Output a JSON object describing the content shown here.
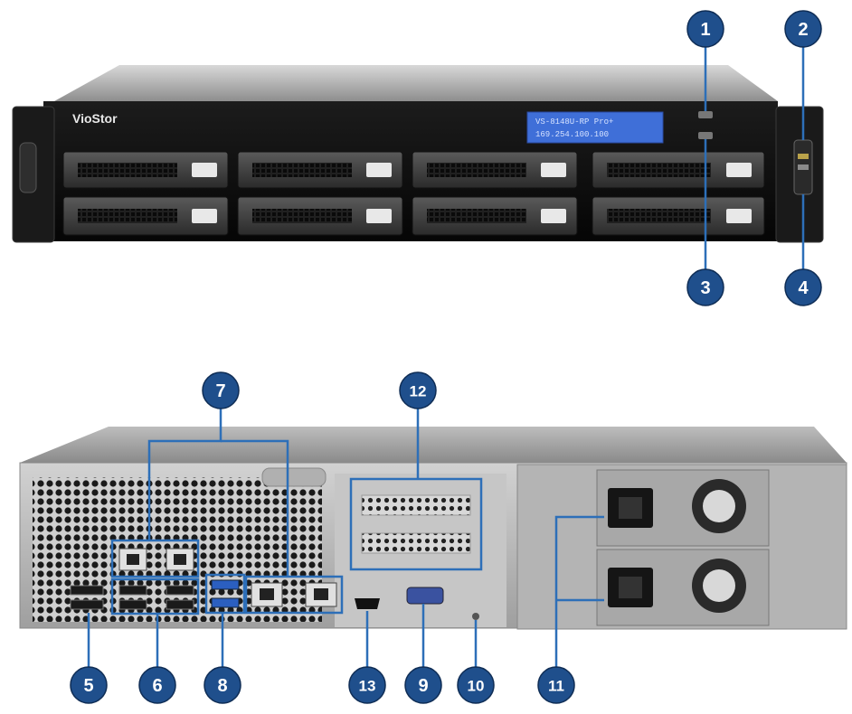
{
  "front_panel": {
    "brand": "VioStor",
    "lcd_line1": "VS-8148U-RP Pro+",
    "lcd_line2": "169.254.100.100"
  },
  "callouts": [
    "1",
    "2",
    "3",
    "4",
    "5",
    "6",
    "7",
    "8",
    "9",
    "10",
    "11",
    "12",
    "13"
  ],
  "colors": {
    "callout": "#1f4f8c",
    "frame": "#2d6fb8"
  }
}
